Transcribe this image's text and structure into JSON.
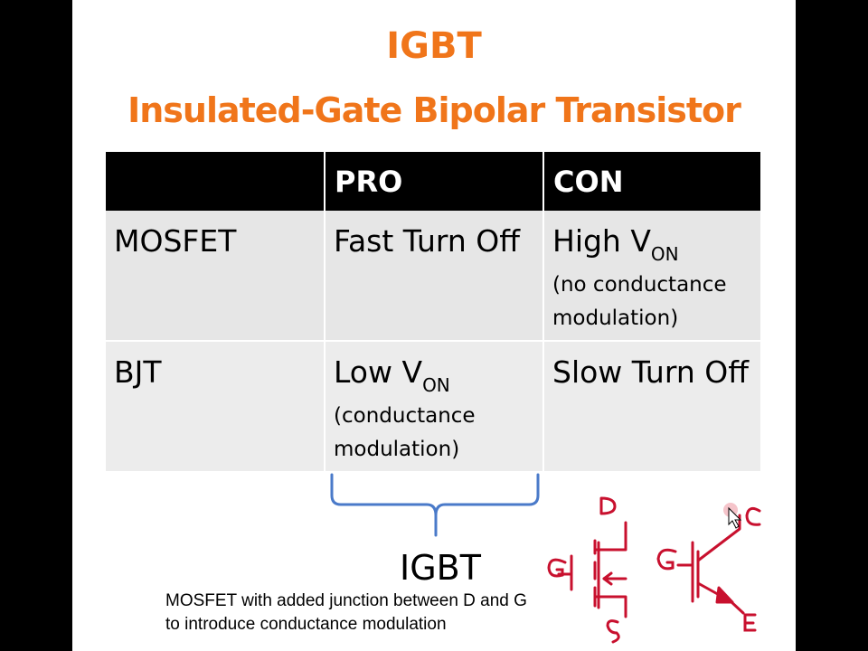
{
  "title": "IGBT",
  "subtitle": "Insulated-Gate Bipolar Transistor",
  "table": {
    "headers": [
      "",
      "PRO",
      "CON"
    ],
    "rows": [
      {
        "label": "MOSFET",
        "pro": "Fast Turn Off",
        "con_main": "High V",
        "con_sub": "ON",
        "con_note_1": "(no conductance",
        "con_note_2": "modulation)"
      },
      {
        "label": "BJT",
        "pro_main": "Low V",
        "pro_sub": "ON",
        "pro_note_1": "(conductance",
        "pro_note_2": "modulation)",
        "con": "Slow Turn Off"
      }
    ]
  },
  "igbt_label": "IGBT",
  "description_line1": "MOSFET with added junction between D and G",
  "description_line2": "to introduce conductance modulation",
  "sketch": {
    "mosfet_terminals": [
      "D",
      "G",
      "S"
    ],
    "bjt_terminals": [
      "C",
      "G",
      "E"
    ],
    "ink_color": "#c8102e",
    "brace_color": "#4a7ac9"
  }
}
